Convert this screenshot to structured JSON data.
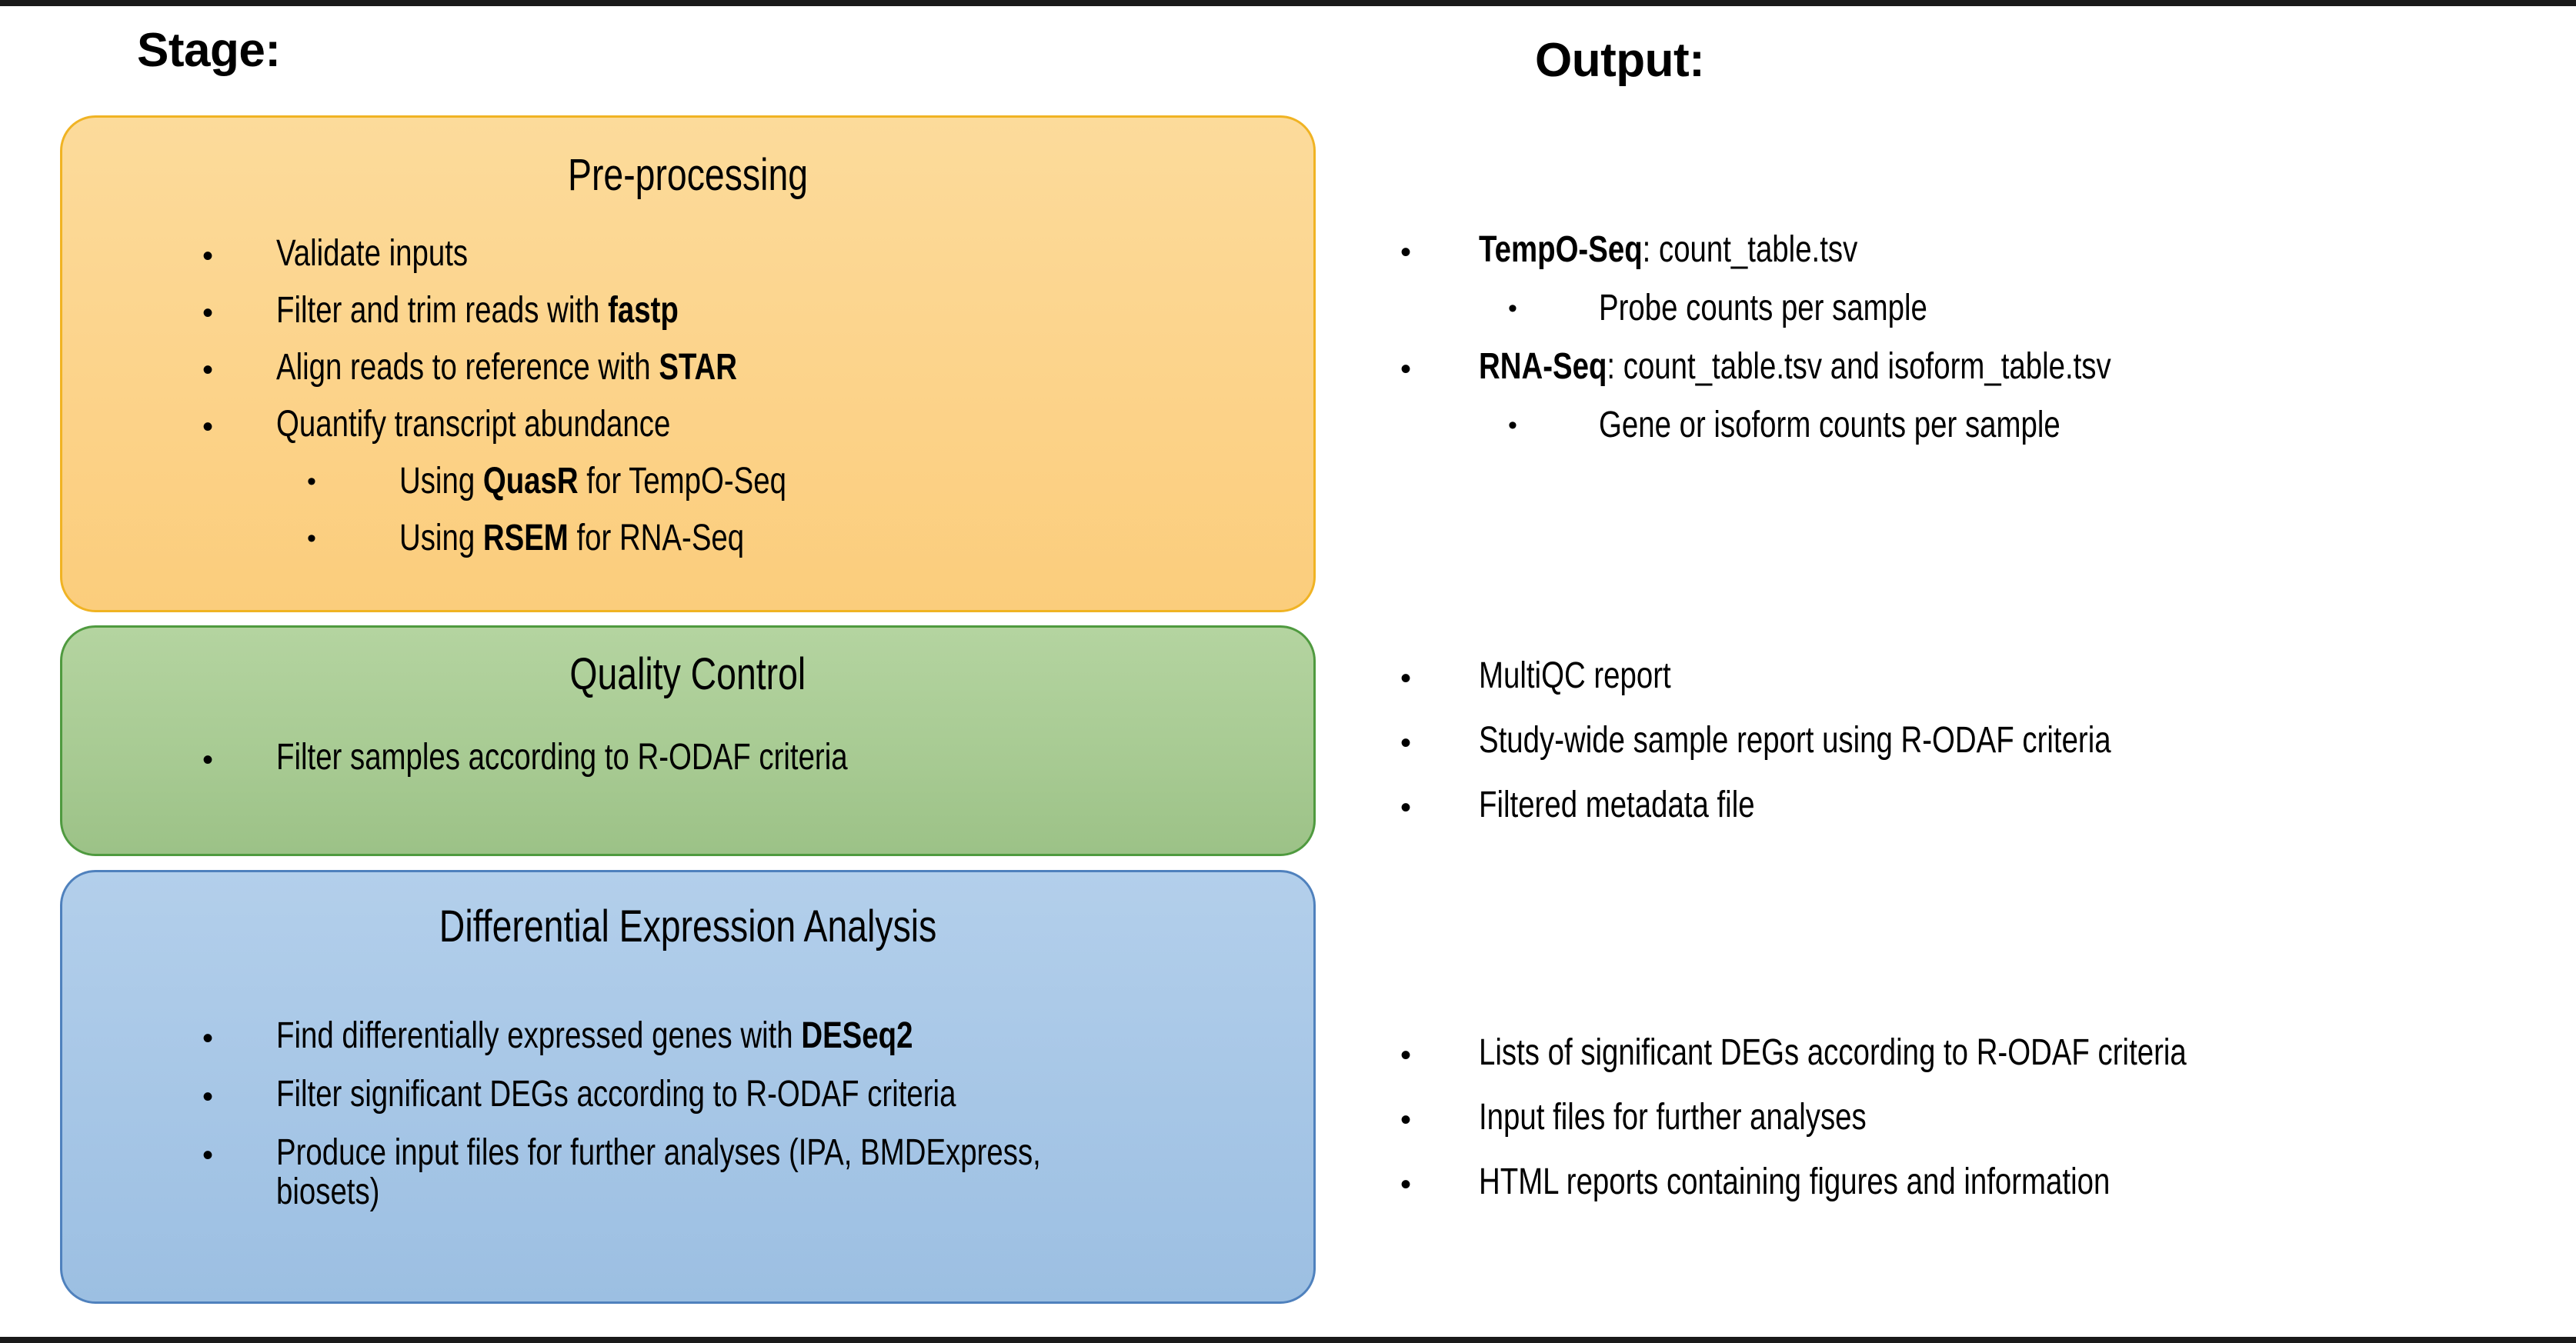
{
  "headers": {
    "stage": "Stage:",
    "output": "Output:"
  },
  "colors": {
    "orange_fill": "#FCD38A",
    "orange_border": "#F0B323",
    "green_fill": "#A7CA92",
    "green_border": "#4F9A3F",
    "blue_fill": "#A6C6E6",
    "blue_border": "#4F81BD",
    "background": "#FFFFFF",
    "text": "#000000"
  },
  "bullet_glyph": "•",
  "stages": [
    {
      "title": "Pre-processing",
      "color": "orange",
      "bullets": [
        {
          "level": 1,
          "text": "Validate inputs",
          "bold": ""
        },
        {
          "level": 1,
          "text": "Filter and trim reads with ",
          "bold": "fastp"
        },
        {
          "level": 1,
          "text": "Align reads to reference with ",
          "bold": "STAR"
        },
        {
          "level": 1,
          "text": "Quantify transcript abundance",
          "bold": ""
        },
        {
          "level": 2,
          "text": "Using ",
          "bold": "QuasR",
          "tail": " for TempO-Seq"
        },
        {
          "level": 2,
          "text": "Using ",
          "bold": "RSEM",
          "tail": " for RNA-Seq"
        }
      ]
    },
    {
      "title": "Quality Control",
      "color": "green",
      "bullets": [
        {
          "level": 1,
          "text": "Filter samples according to R-ODAF criteria",
          "bold": ""
        }
      ]
    },
    {
      "title": "Differential Expression Analysis",
      "color": "blue",
      "bullets": [
        {
          "level": 1,
          "text": "Find differentially expressed genes with ",
          "bold": "DESeq2"
        },
        {
          "level": 1,
          "text": "Filter significant DEGs according to R-ODAF criteria",
          "bold": ""
        },
        {
          "level": 1,
          "text": "Produce input files for further analyses (IPA, BMDExpress, biosets)",
          "bold": ""
        }
      ]
    }
  ],
  "outputs": [
    {
      "for_stage": "Pre-processing",
      "bullets": [
        {
          "level": 1,
          "bold": "TempO-Seq",
          "text": ": count_table.tsv"
        },
        {
          "level": 2,
          "bold": "",
          "text": "Probe counts per sample"
        },
        {
          "level": 1,
          "bold": "RNA-Seq",
          "text": ": count_table.tsv and isoform_table.tsv"
        },
        {
          "level": 2,
          "bold": "",
          "text": "Gene or isoform counts per sample"
        }
      ]
    },
    {
      "for_stage": "Quality Control",
      "bullets": [
        {
          "level": 1,
          "bold": "",
          "text": "MultiQC report"
        },
        {
          "level": 1,
          "bold": "",
          "text": "Study-wide sample report using R-ODAF criteria"
        },
        {
          "level": 1,
          "bold": "",
          "text": "Filtered metadata file"
        }
      ]
    },
    {
      "for_stage": "Differential Expression Analysis",
      "bullets": [
        {
          "level": 1,
          "bold": "",
          "text": "Lists of significant DEGs according to R-ODAF criteria"
        },
        {
          "level": 1,
          "bold": "",
          "text": "Input files for further analyses"
        },
        {
          "level": 1,
          "bold": "",
          "text": "HTML reports containing figures and information"
        }
      ]
    }
  ]
}
